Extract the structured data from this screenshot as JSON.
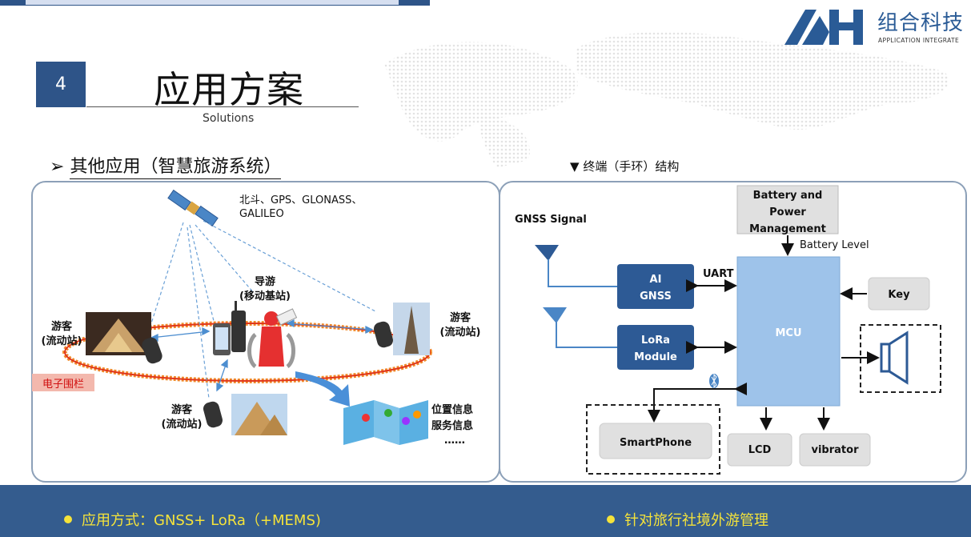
{
  "header": {
    "section_number": "4",
    "title": "应用方案",
    "subtitle": "Solutions"
  },
  "logo": {
    "name": "组合科技",
    "tagline": "APPLICATION  INTEGRATE",
    "icon": "ah-logo-icon",
    "color": "#2a5b96"
  },
  "left_heading": {
    "marker": "➢",
    "text": "其他应用（智慧旅游系统）"
  },
  "right_heading": {
    "marker": "▼",
    "text": "终端（手环）结构"
  },
  "left_diagram": {
    "satellite_label": "北斗、GPS、GLONASS、",
    "satellite_label_2": "GALILEO",
    "guide_label": "导游",
    "guide_sub": "(移动基站)",
    "tourist_label": "游客",
    "tourist_sub": "(流动站)",
    "geofence_label": "电子围栏",
    "info_label_1": "位置信息",
    "info_label_2": "服务信息",
    "info_label_3": "……",
    "icons": [
      "satellite-icon",
      "louvre-photo",
      "eiffel-photo",
      "pyramid-photo",
      "band-icon",
      "radio-icon",
      "phone-icon",
      "guide-figure",
      "map-icon",
      "arrow-icon"
    ]
  },
  "right_diagram": {
    "gnss_signal": "GNSS Signal",
    "battery_line1": "Battery and",
    "battery_line2": "Power",
    "battery_line3": "Management",
    "battery_level": "Battery Level",
    "ai_gnss_1": "AI",
    "ai_gnss_2": "GNSS",
    "uart": "UART",
    "lora_1": "LoRa",
    "lora_2": "Module",
    "mcu": "MCU",
    "key": "Key",
    "smartphone": "SmartPhone",
    "lcd": "LCD",
    "vibrator": "vibrator",
    "icons": [
      "antenna-icon",
      "bluetooth-icon",
      "speaker-icon"
    ],
    "colors": {
      "block": "#2d5a95",
      "mcu": "#9ec3ea",
      "grey": "#e0e0e0"
    }
  },
  "bottom": {
    "bullet_left": "应用方式：GNSS+ LoRa（+MEMS)",
    "bullet_right": "针对旅行社境外游管理",
    "band_color": "#345c8e",
    "text_color": "#f5e33a"
  }
}
